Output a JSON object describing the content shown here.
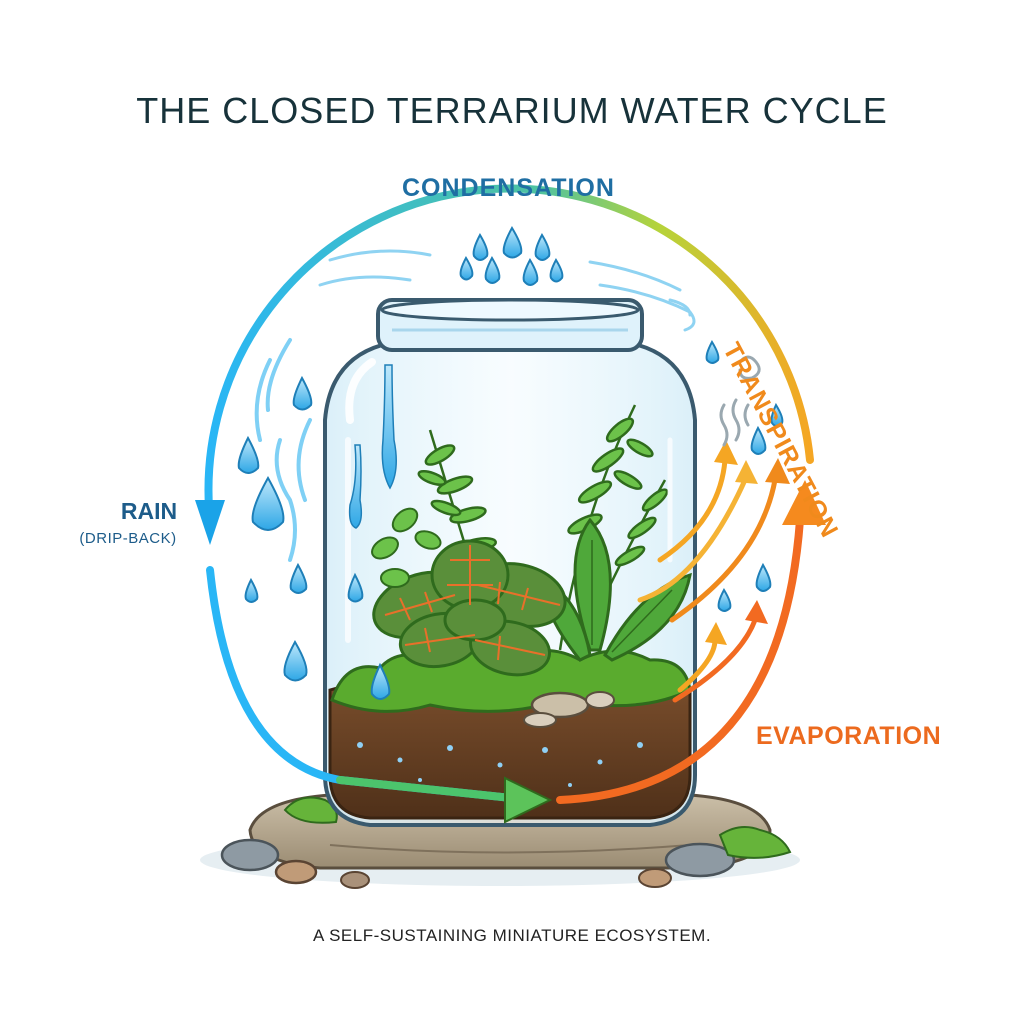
{
  "title": "THE CLOSED TERRARIUM WATER CYCLE",
  "stages": {
    "condensation": "CONDENSATION",
    "transpiration": "TRANSPIRATION",
    "rain": "RAIN",
    "rain_sub": "(DRIP-BACK)",
    "evaporation": "EVAPORATION"
  },
  "caption": "A SELF-SUSTAINING MINIATURE ECOSYSTEM.",
  "colors": {
    "title": "#17323a",
    "condensation": "#1f6ea3",
    "transpiration": "#f08a1c",
    "rain": "#1d5c8a",
    "evaporation": "#ec6a1e",
    "water_blue": "#29b6f6",
    "green": "#5cc35a",
    "orange": "#f26a21",
    "soil": "#6b4326",
    "moss": "#5aab2e"
  },
  "icons": [
    "water-drop-icon",
    "vapor-wisp-icon",
    "fern-icon",
    "leaf-icon",
    "stone-icon"
  ]
}
